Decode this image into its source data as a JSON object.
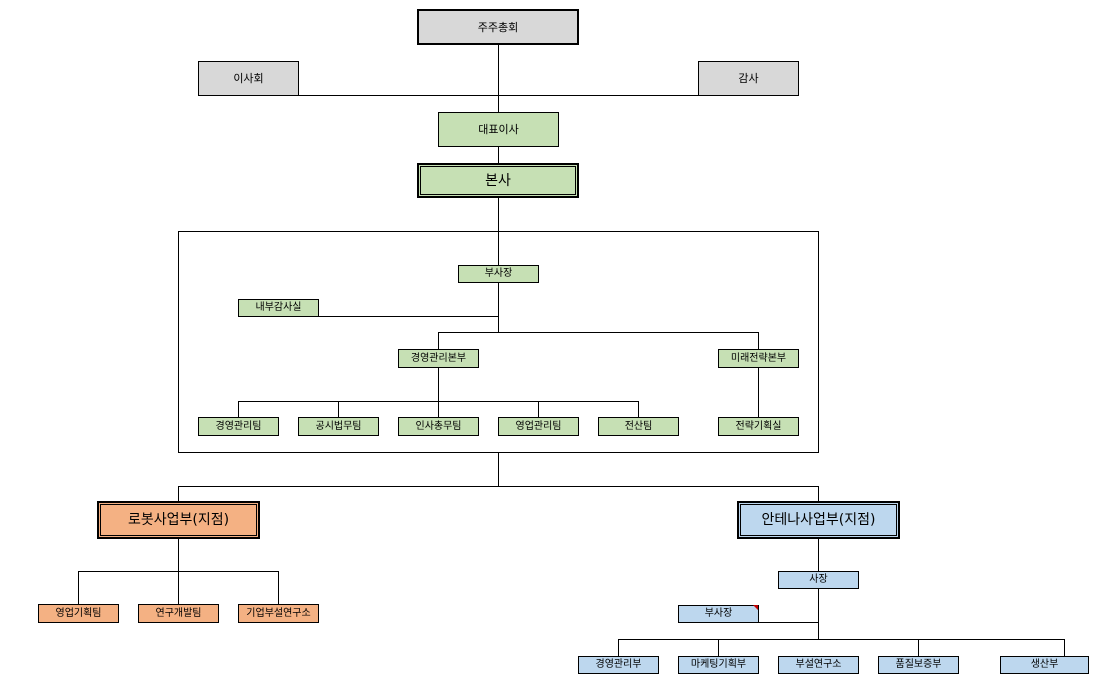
{
  "org": {
    "shareholders": "주주총회",
    "board": "이사회",
    "auditor": "감사",
    "ceo": "대표이사",
    "hq": "본사",
    "hq_vp": "부사장",
    "internal_audit": "내부감사실",
    "mgmt_div": "경영관리본부",
    "strategy_div": "미래전략본부",
    "mgmt_team": "경영관리팀",
    "disclosure_team": "공시법무팀",
    "hr_team": "인사총무팀",
    "sales_mgmt_team": "영업관리팀",
    "it_team": "전산팀",
    "strategy_office": "전략기획실",
    "robot_div": "로봇사업부(지점)",
    "robot_sales": "영업기획팀",
    "robot_rnd": "연구개발팀",
    "robot_lab": "기업부설연구소",
    "antenna_div": "안테나사업부(지점)",
    "antenna_president": "사장",
    "antenna_vp": "부사장",
    "antenna_mgmt": "경영관리부",
    "antenna_marketing": "마케팅기획부",
    "antenna_lab": "부설연구소",
    "antenna_qa": "품질보증부",
    "antenna_production": "생산부"
  },
  "colors": {
    "executive": "#d8d8d8",
    "headquarters": "#c6e0b4",
    "robot": "#f4b183",
    "antenna": "#bdd7ee"
  }
}
